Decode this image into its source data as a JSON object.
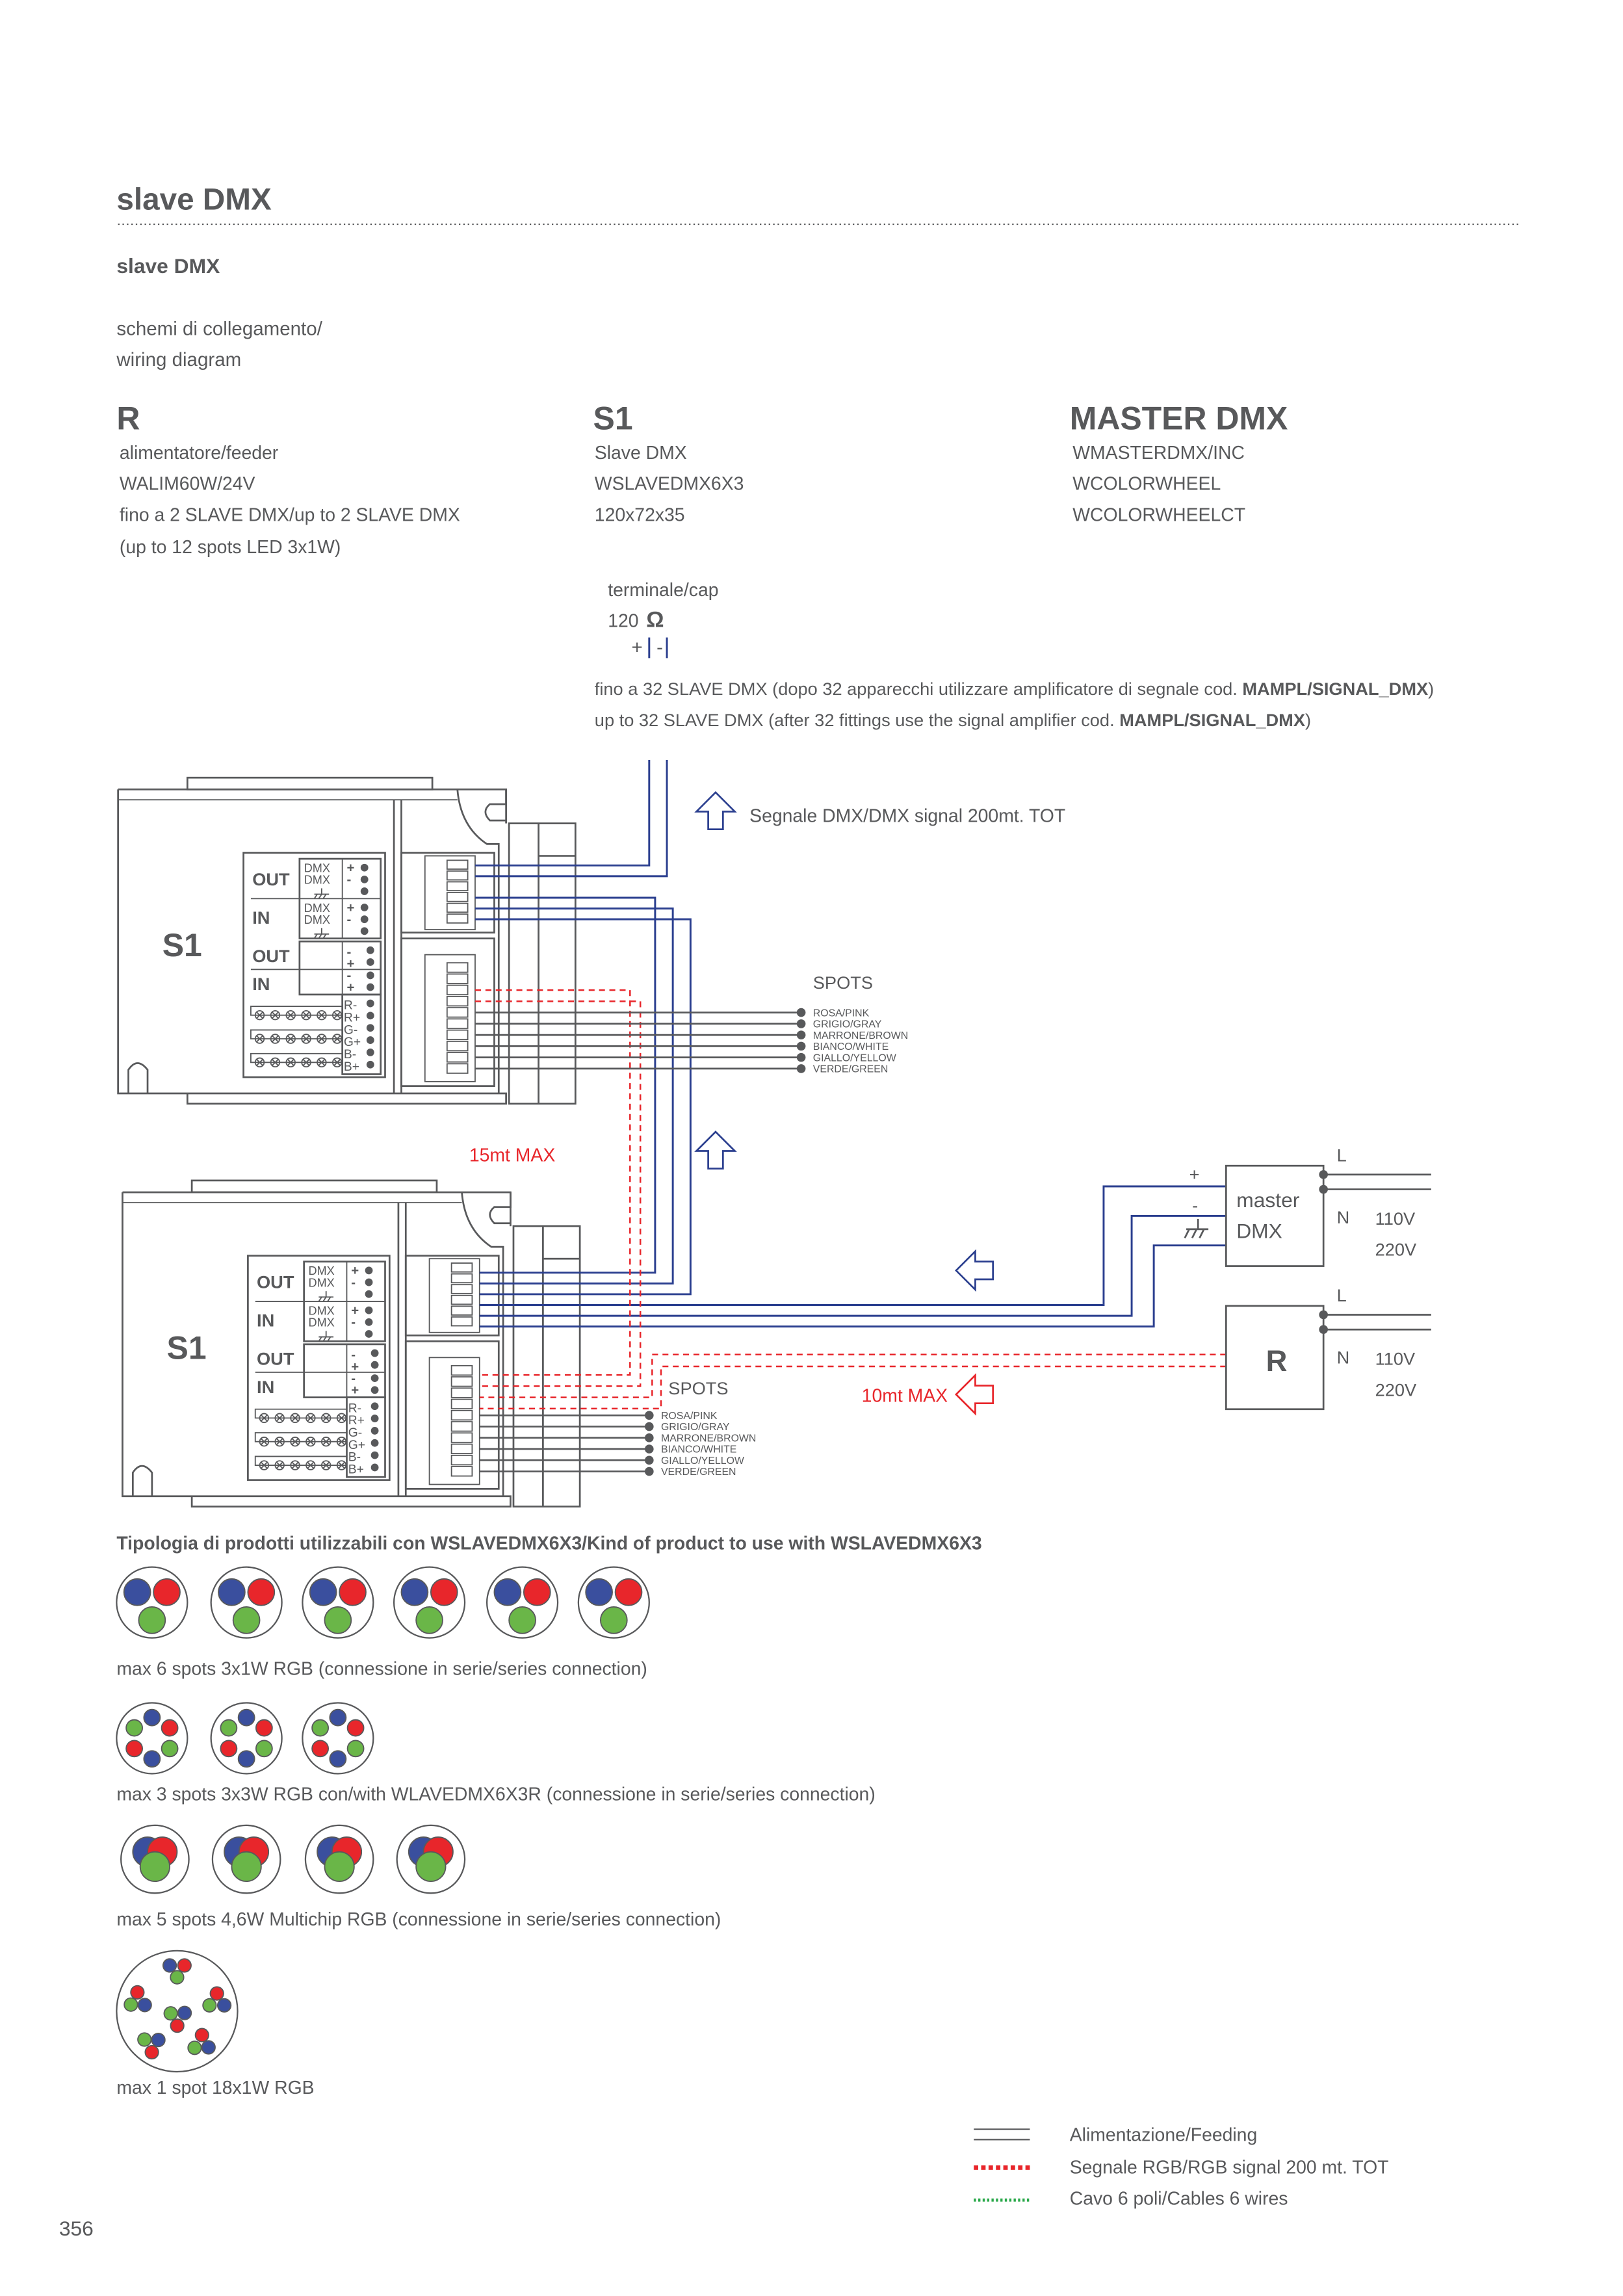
{
  "header": {
    "title": "slave DMX",
    "subtitle": "slave DMX",
    "schema_line1": "schemi di collegamento/",
    "schema_line2": "wiring diagram"
  },
  "columns": {
    "r": {
      "title": "R",
      "lines": [
        "alimentatore/feeder",
        "WALIM60W/24V",
        "fino a 2 SLAVE DMX/up to 2 SLAVE DMX",
        "(up to 12 spots LED 3x1W)"
      ]
    },
    "s1": {
      "title": "S1",
      "lines": [
        "Slave DMX",
        "WSLAVEDMX6X3",
        "120x72x35"
      ]
    },
    "master": {
      "title": "MASTER DMX",
      "lines": [
        "WMASTERDMX/INC",
        "WCOLORWHEEL",
        "WCOLORWHEELCT"
      ]
    }
  },
  "terminal": {
    "label": "terminale/cap",
    "value": "120",
    "ohm": "Ω",
    "plus": "+",
    "minus": "-"
  },
  "notes": {
    "it_prefix": "fino a 32 SLAVE DMX (dopo 32 apparecchi utilizzare amplificatore di segnale cod. ",
    "it_code": "MAMPL/SIGNAL_DMX",
    "it_suffix": ")",
    "en_prefix": "up to 32 SLAVE DMX (after 32 fittings use the signal amplifier cod. ",
    "en_code": "MAMPL/SIGNAL_DMX",
    "en_suffix": ")"
  },
  "diagram": {
    "signal_label": "Segnale DMX/DMX signal 200mt. TOT",
    "spots_label": "SPOTS",
    "spot_wires": [
      "ROSA/PINK",
      "GRIGIO/GRAY",
      "MARRONE/BROWN",
      "BIANCO/WHITE",
      "GIALLO/YELLOW",
      "VERDE/GREEN"
    ],
    "max15": "15mt MAX",
    "max10": "10mt MAX",
    "device": {
      "name": "S1",
      "out": "OUT",
      "in": "IN",
      "dmx": "DMX",
      "plus": "+",
      "minus": "-",
      "rgb": [
        "R-",
        "R+",
        "G-",
        "G+",
        "B-",
        "B+"
      ]
    },
    "master_box": {
      "line1": "master",
      "line2": "DMX",
      "plus": "+",
      "minus": "-"
    },
    "r_box": {
      "label": "R"
    },
    "mains": {
      "L": "L",
      "N": "N",
      "v1": "110V",
      "v2": "220V"
    }
  },
  "products": {
    "heading": "Tipologia di prodotti utilizzabili con WSLAVEDMX6X3/Kind of product to use with WSLAVEDMX6X3",
    "rows": [
      {
        "count": 6,
        "caption": "max 6 spots 3x1W RGB (connessione in serie/series connection)"
      },
      {
        "count": 3,
        "caption": "max 3 spots 3x3W RGB con/with WLAVEDMX6X3R (connessione in serie/series connection)"
      },
      {
        "count": 4,
        "caption": "max 5 spots 4,6W Multichip RGB (connessione in serie/series connection)"
      },
      {
        "count": 1,
        "caption": "max 1 spot 18x1W RGB"
      }
    ]
  },
  "legend": [
    {
      "label": "Alimentazione/Feeding",
      "color": "#58595b"
    },
    {
      "label": "Segnale RGB/RGB signal 200 mt. TOT",
      "color": "#e8262b"
    },
    {
      "label": "Cavo 6 poli/Cables 6 wires",
      "color": "#2aa84a"
    }
  ],
  "colors": {
    "gray": "#58595b",
    "blue": "#2b3f8f",
    "red": "#e8262b",
    "green": "#6ab648",
    "led_blue": "#3a4f9e"
  },
  "page_number": "356"
}
